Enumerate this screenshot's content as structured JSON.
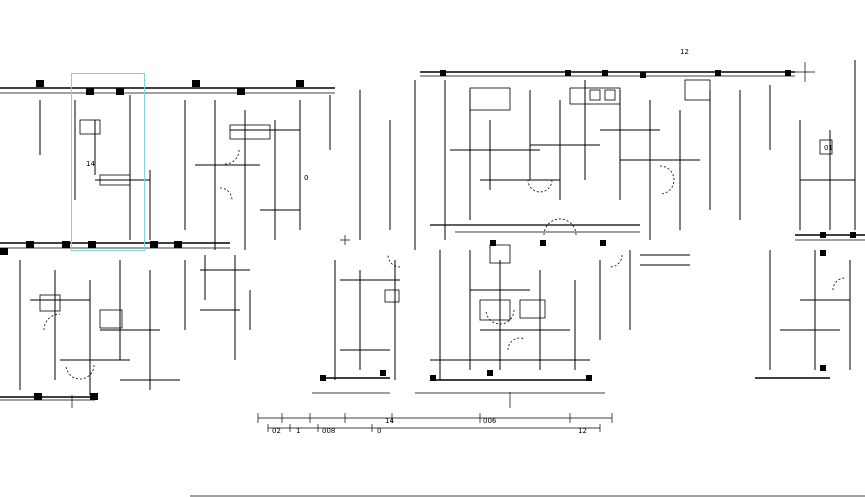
{
  "drawing": {
    "line_color": "#000000",
    "selection_color": "#7fd3e6",
    "background": "#ffffff"
  },
  "dimensions": {
    "bottom_labels": [
      "02",
      "1",
      "008",
      "0",
      "14",
      "006",
      "12"
    ],
    "top_label": "12"
  },
  "annotations": {
    "room_tags": [
      "14",
      "0",
      "01"
    ]
  }
}
